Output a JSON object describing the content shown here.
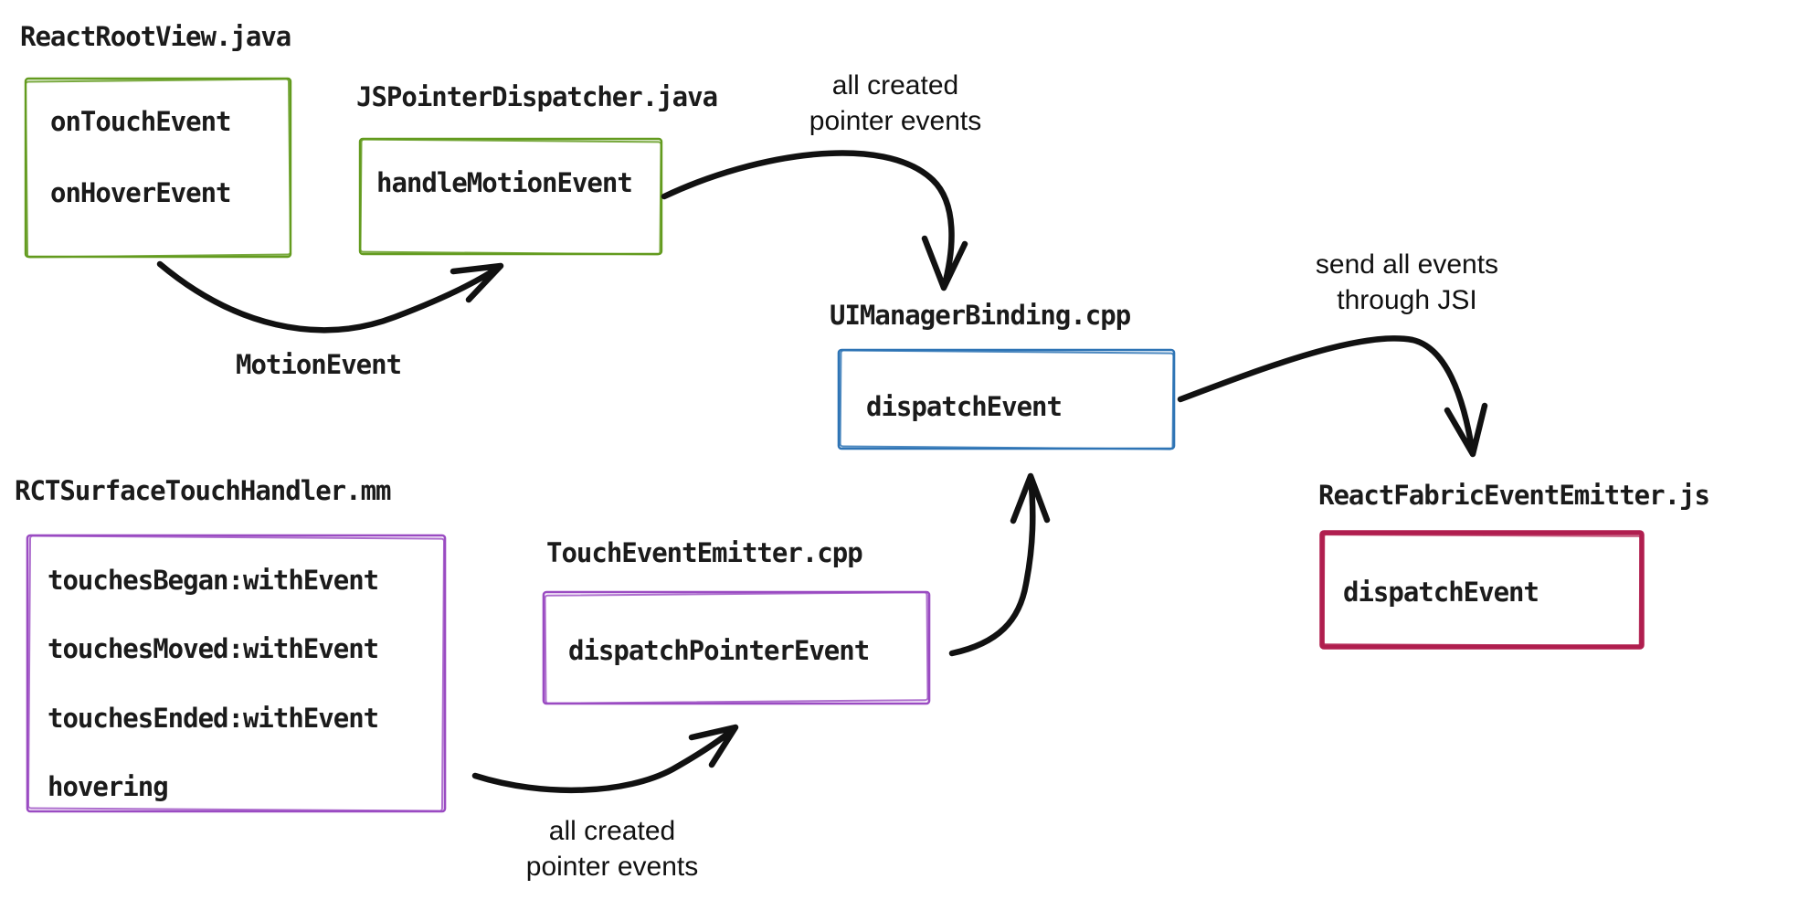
{
  "colors": {
    "green": "#639b1f",
    "blue": "#2e74b5",
    "purple": "#9a4bc2",
    "red": "#b01e4f",
    "ink": "#111111"
  },
  "nodes": {
    "react_root_view": {
      "file": "ReactRootView.java",
      "methods": [
        "onTouchEvent",
        "onHoverEvent"
      ]
    },
    "js_pointer_dispatcher": {
      "file": "JSPointerDispatcher.java",
      "methods": [
        "handleMotionEvent"
      ]
    },
    "ui_manager_binding": {
      "file": "UIManagerBinding.cpp",
      "methods": [
        "dispatchEvent"
      ]
    },
    "react_fabric_event_emitter": {
      "file": "ReactFabricEventEmitter.js",
      "methods": [
        "dispatchEvent"
      ]
    },
    "rct_surface_touch_handler": {
      "file": "RCTSurfaceTouchHandler.mm",
      "methods": [
        "touchesBegan:withEvent",
        "touchesMoved:withEvent",
        "touchesEnded:withEvent",
        "hovering"
      ]
    },
    "touch_event_emitter": {
      "file": "TouchEventEmitter.cpp",
      "methods": [
        "dispatchPointerEvent"
      ]
    }
  },
  "edge_labels": {
    "motion_event": "MotionEvent",
    "android_created": {
      "line1": "all created",
      "line2": "pointer events"
    },
    "jsi": {
      "line1": "send all events",
      "line2": "through JSI"
    },
    "ios_created": {
      "line1": "all created",
      "line2": "pointer events"
    }
  }
}
